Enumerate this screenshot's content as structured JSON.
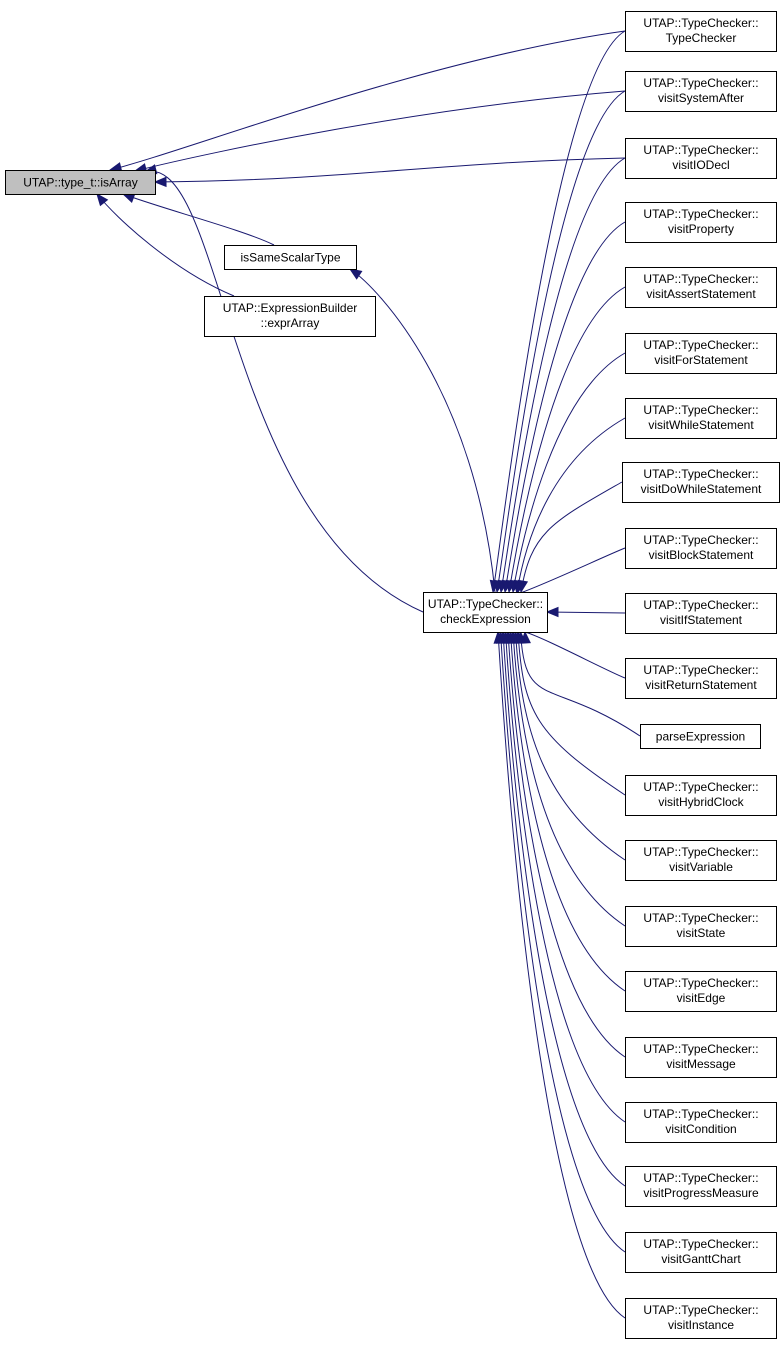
{
  "graph": {
    "nodes": [
      {
        "id": "root",
        "lines": [
          "UTAP::type_t::isArray"
        ]
      },
      {
        "id": "issame",
        "lines": [
          "isSameScalarType"
        ]
      },
      {
        "id": "exprarray",
        "lines": [
          "UTAP::ExpressionBuilder",
          "::exprArray"
        ]
      },
      {
        "id": "check",
        "lines": [
          "UTAP::TypeChecker::",
          "checkExpression"
        ]
      },
      {
        "id": "typechecker",
        "lines": [
          "UTAP::TypeChecker::",
          "TypeChecker"
        ]
      },
      {
        "id": "sysafter",
        "lines": [
          "UTAP::TypeChecker::",
          "visitSystemAfter"
        ]
      },
      {
        "id": "iodecl",
        "lines": [
          "UTAP::TypeChecker::",
          "visitIODecl"
        ]
      },
      {
        "id": "property",
        "lines": [
          "UTAP::TypeChecker::",
          "visitProperty"
        ]
      },
      {
        "id": "assert",
        "lines": [
          "UTAP::TypeChecker::",
          "visitAssertStatement"
        ]
      },
      {
        "id": "for",
        "lines": [
          "UTAP::TypeChecker::",
          "visitForStatement"
        ]
      },
      {
        "id": "while",
        "lines": [
          "UTAP::TypeChecker::",
          "visitWhileStatement"
        ]
      },
      {
        "id": "dowhile",
        "lines": [
          "UTAP::TypeChecker::",
          "visitDoWhileStatement"
        ]
      },
      {
        "id": "block",
        "lines": [
          "UTAP::TypeChecker::",
          "visitBlockStatement"
        ]
      },
      {
        "id": "if",
        "lines": [
          "UTAP::TypeChecker::",
          "visitIfStatement"
        ]
      },
      {
        "id": "return",
        "lines": [
          "UTAP::TypeChecker::",
          "visitReturnStatement"
        ]
      },
      {
        "id": "parse",
        "lines": [
          "parseExpression"
        ]
      },
      {
        "id": "hybrid",
        "lines": [
          "UTAP::TypeChecker::",
          "visitHybridClock"
        ]
      },
      {
        "id": "variable",
        "lines": [
          "UTAP::TypeChecker::",
          "visitVariable"
        ]
      },
      {
        "id": "state",
        "lines": [
          "UTAP::TypeChecker::",
          "visitState"
        ]
      },
      {
        "id": "edge",
        "lines": [
          "UTAP::TypeChecker::",
          "visitEdge"
        ]
      },
      {
        "id": "message",
        "lines": [
          "UTAP::TypeChecker::",
          "visitMessage"
        ]
      },
      {
        "id": "condition",
        "lines": [
          "UTAP::TypeChecker::",
          "visitCondition"
        ]
      },
      {
        "id": "progress",
        "lines": [
          "UTAP::TypeChecker::",
          "visitProgressMeasure"
        ]
      },
      {
        "id": "gantt",
        "lines": [
          "UTAP::TypeChecker::",
          "visitGanttChart"
        ]
      },
      {
        "id": "instance",
        "lines": [
          "UTAP::TypeChecker::",
          "visitInstance"
        ]
      }
    ],
    "edges": [
      {
        "from": "issame",
        "to": "root"
      },
      {
        "from": "exprarray",
        "to": "root"
      },
      {
        "from": "check",
        "to": "root"
      },
      {
        "from": "typechecker",
        "to": "root"
      },
      {
        "from": "sysafter",
        "to": "root"
      },
      {
        "from": "iodecl",
        "to": "root"
      },
      {
        "from": "check",
        "to": "issame"
      },
      {
        "from": "typechecker",
        "to": "check"
      },
      {
        "from": "sysafter",
        "to": "check"
      },
      {
        "from": "iodecl",
        "to": "check"
      },
      {
        "from": "property",
        "to": "check"
      },
      {
        "from": "assert",
        "to": "check"
      },
      {
        "from": "for",
        "to": "check"
      },
      {
        "from": "while",
        "to": "check"
      },
      {
        "from": "dowhile",
        "to": "check"
      },
      {
        "from": "block",
        "to": "check"
      },
      {
        "from": "if",
        "to": "check"
      },
      {
        "from": "return",
        "to": "check"
      },
      {
        "from": "parse",
        "to": "check"
      },
      {
        "from": "hybrid",
        "to": "check"
      },
      {
        "from": "variable",
        "to": "check"
      },
      {
        "from": "state",
        "to": "check"
      },
      {
        "from": "edge",
        "to": "check"
      },
      {
        "from": "message",
        "to": "check"
      },
      {
        "from": "condition",
        "to": "check"
      },
      {
        "from": "progress",
        "to": "check"
      },
      {
        "from": "gantt",
        "to": "check"
      },
      {
        "from": "instance",
        "to": "check"
      }
    ]
  }
}
